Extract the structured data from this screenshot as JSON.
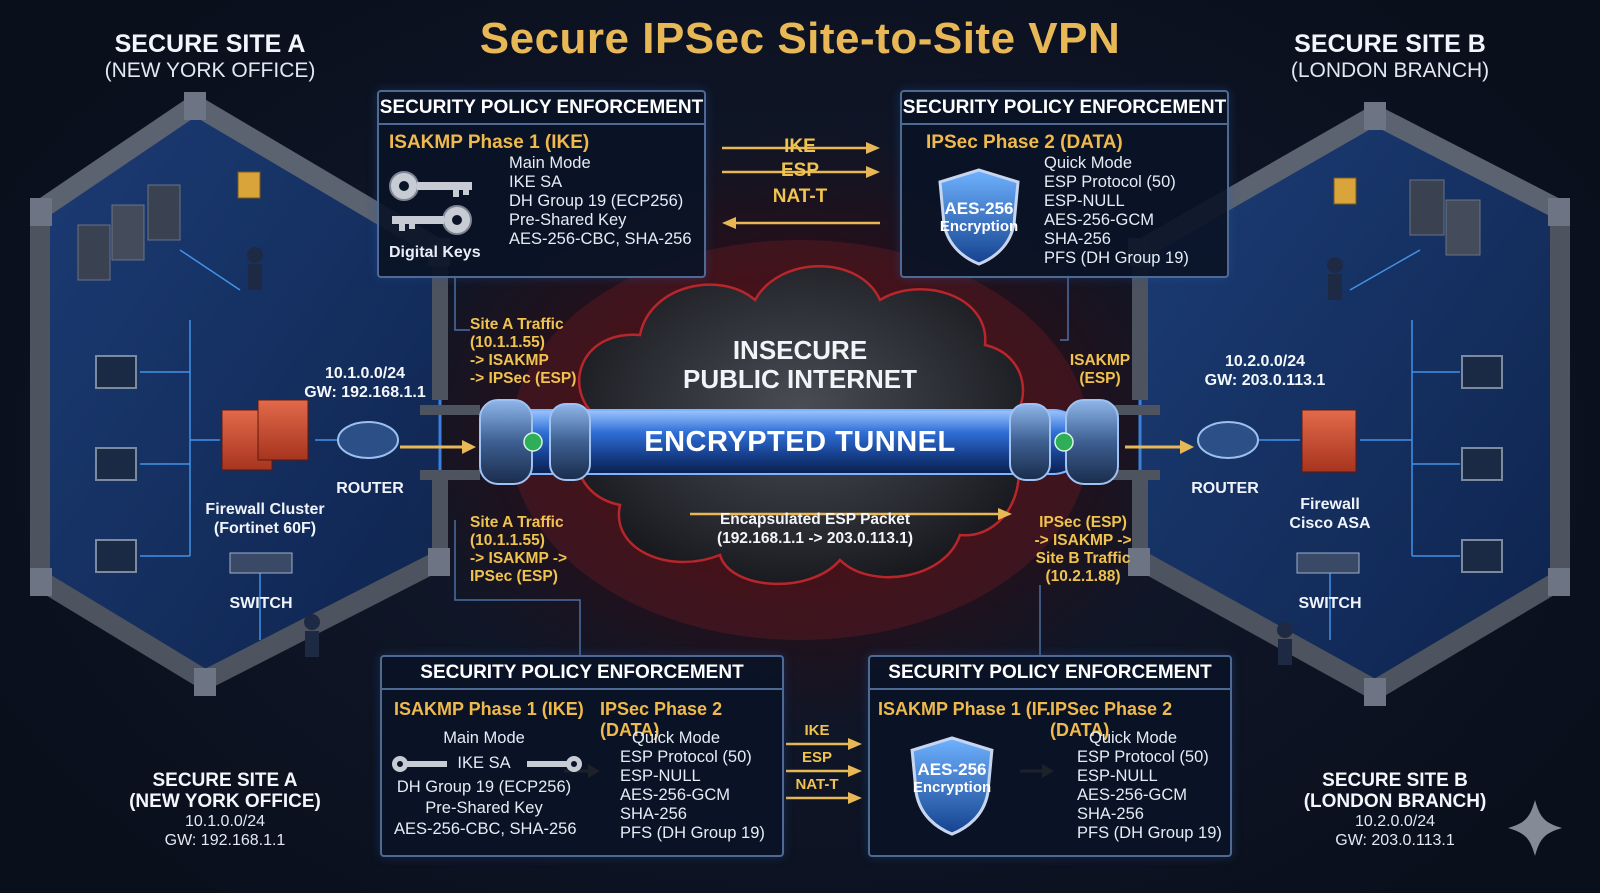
{
  "title": "Secure IPSec Site-to-Site VPN",
  "site_a": {
    "title": "SECURE SITE A",
    "subtitle": "(NEW YORK OFFICE)",
    "subnet": "10.1.0.0/24",
    "gateway": "GW: 192.168.1.1",
    "firewall_label_1": "Firewall Cluster",
    "firewall_label_2": "(Fortinet 60F)",
    "router_label": "ROUTER",
    "switch_label": "SWITCH",
    "bottom_title_1": "SECURE SITE A",
    "bottom_title_2": "(NEW YORK OFFICE)",
    "bottom_subnet": "10.1.0.0/24",
    "bottom_gateway": "GW: 192.168.1.1"
  },
  "site_b": {
    "title": "SECURE SITE B",
    "subtitle": "(LONDON BRANCH)",
    "subnet": "10.2.0.0/24",
    "gateway": "GW: 203.0.113.1",
    "firewall_label_1": "Firewall",
    "firewall_label_2": "Cisco ASA",
    "router_label": "ROUTER",
    "switch_label": "SWITCH",
    "bottom_title_1": "SECURE SITE B",
    "bottom_title_2": "(LONDON BRANCH)",
    "bottom_subnet": "10.2.0.0/24",
    "bottom_gateway": "GW: 203.0.113.1"
  },
  "policy_top_left": {
    "header": "SECURITY POLICY ENFORCEMENT",
    "phase": "ISAKMP Phase 1 (IKE)",
    "items": [
      "Main Mode",
      "IKE SA",
      "DH Group 19 (ECP256)",
      "Pre-Shared Key",
      "AES-256-CBC, SHA-256"
    ],
    "keys_label": "Digital Keys"
  },
  "policy_top_right": {
    "header": "SECURITY POLICY ENFORCEMENT",
    "phase": "IPSec Phase 2 (DATA)",
    "shield_1": "AES-256",
    "shield_2": "Encryption",
    "items": [
      "Quick Mode",
      "ESP Protocol (50)",
      "ESP-NULL",
      "AES-256-GCM",
      "SHA-256",
      "PFS (DH Group 19)"
    ]
  },
  "top_protocols": [
    "IKE",
    "ESP",
    "NAT-T"
  ],
  "policy_bottom_left": {
    "header": "SECURITY POLICY ENFORCEMENT",
    "phase_1": "ISAKMP Phase 1 (IKE)",
    "phase_2": "IPSec Phase 2 (DATA)",
    "p1_items": [
      "Main Mode",
      "IKE SA",
      "DH Group 19 (ECP256)",
      "Pre-Shared Key",
      "AES-256-CBC, SHA-256"
    ],
    "p2_items": [
      "Quick Mode",
      "ESP Protocol (50)",
      "ESP-NULL",
      "AES-256-GCM",
      "SHA-256",
      "PFS (DH Group 19)"
    ]
  },
  "policy_bottom_right": {
    "header": "SECURITY POLICY ENFORCEMENT",
    "phase_1": "ISAKMP Phase 1 (IF.",
    "phase_2": "IPSec Phase 2 (DATA)",
    "shield_1": "AES-256",
    "shield_2": "Encryption",
    "p2_items": [
      "Quick Mode",
      "ESP Protocol (50)",
      "ESP-NULL",
      "AES-256-GCM",
      "SHA-256",
      "PFS (DH Group 19)"
    ]
  },
  "bottom_protocols": [
    "IKE",
    "ESP",
    "NAT-T"
  ],
  "traffic": {
    "top_left": [
      "Site A Traffic",
      "(10.1.1.55)",
      "-> ISAKMP",
      "-> IPSec (ESP)"
    ],
    "bottom_left": [
      "Site A Traffic",
      "(10.1.1.55)",
      "-> ISAKMP ->",
      "IPSec (ESP)"
    ],
    "top_right": [
      "ISAKMP",
      "(ESP)"
    ],
    "bottom_right": [
      "IPSec (ESP)",
      "-> ISAKMP ->",
      "Site B Traffic",
      "(10.2.1.88)"
    ]
  },
  "cloud": {
    "line_1": "INSECURE",
    "line_2": "PUBLIC INTERNET"
  },
  "tunnel": {
    "label": "ENCRYPTED TUNNEL"
  },
  "esp_packet": {
    "line_1": "Encapsulated ESP Packet",
    "line_2": "(192.168.1.1 -> 203.0.113.1)"
  },
  "colors": {
    "accent_gold": "#efb94b",
    "box_border": "#4f6a92",
    "tunnel_blue": "#2e6fd8",
    "danger_red": "#7a1a1a"
  }
}
